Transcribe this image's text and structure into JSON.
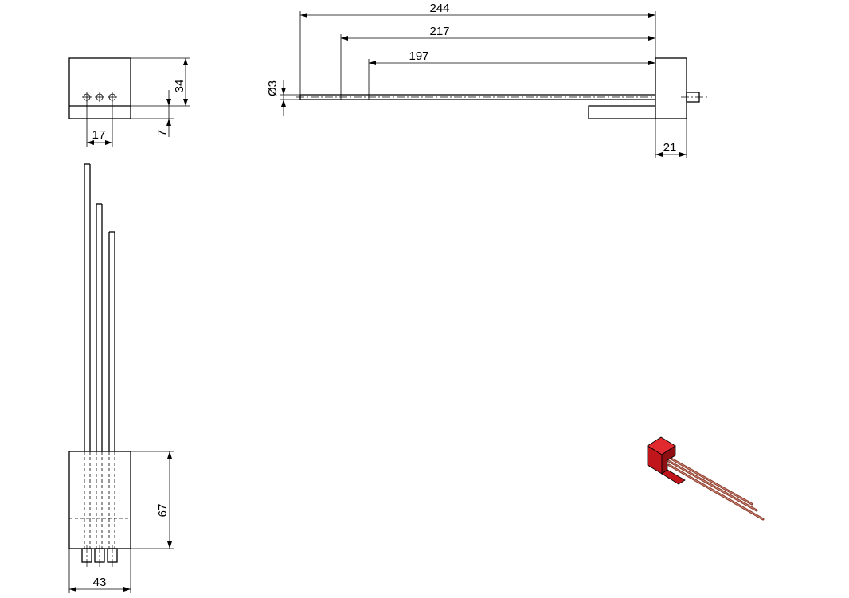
{
  "dimensions": {
    "d244": "244",
    "d217": "217",
    "d197": "197",
    "dia3": "Ø3",
    "d21": "21",
    "d34": "34",
    "d7": "7",
    "d17": "17",
    "d67": "67",
    "d43": "43"
  },
  "colors": {
    "line": "#000000",
    "iso_block_front": "#c0161b",
    "iso_block_top": "#e02a2f",
    "iso_block_side": "#8f0f13",
    "iso_rod": "#8a3a2a"
  }
}
